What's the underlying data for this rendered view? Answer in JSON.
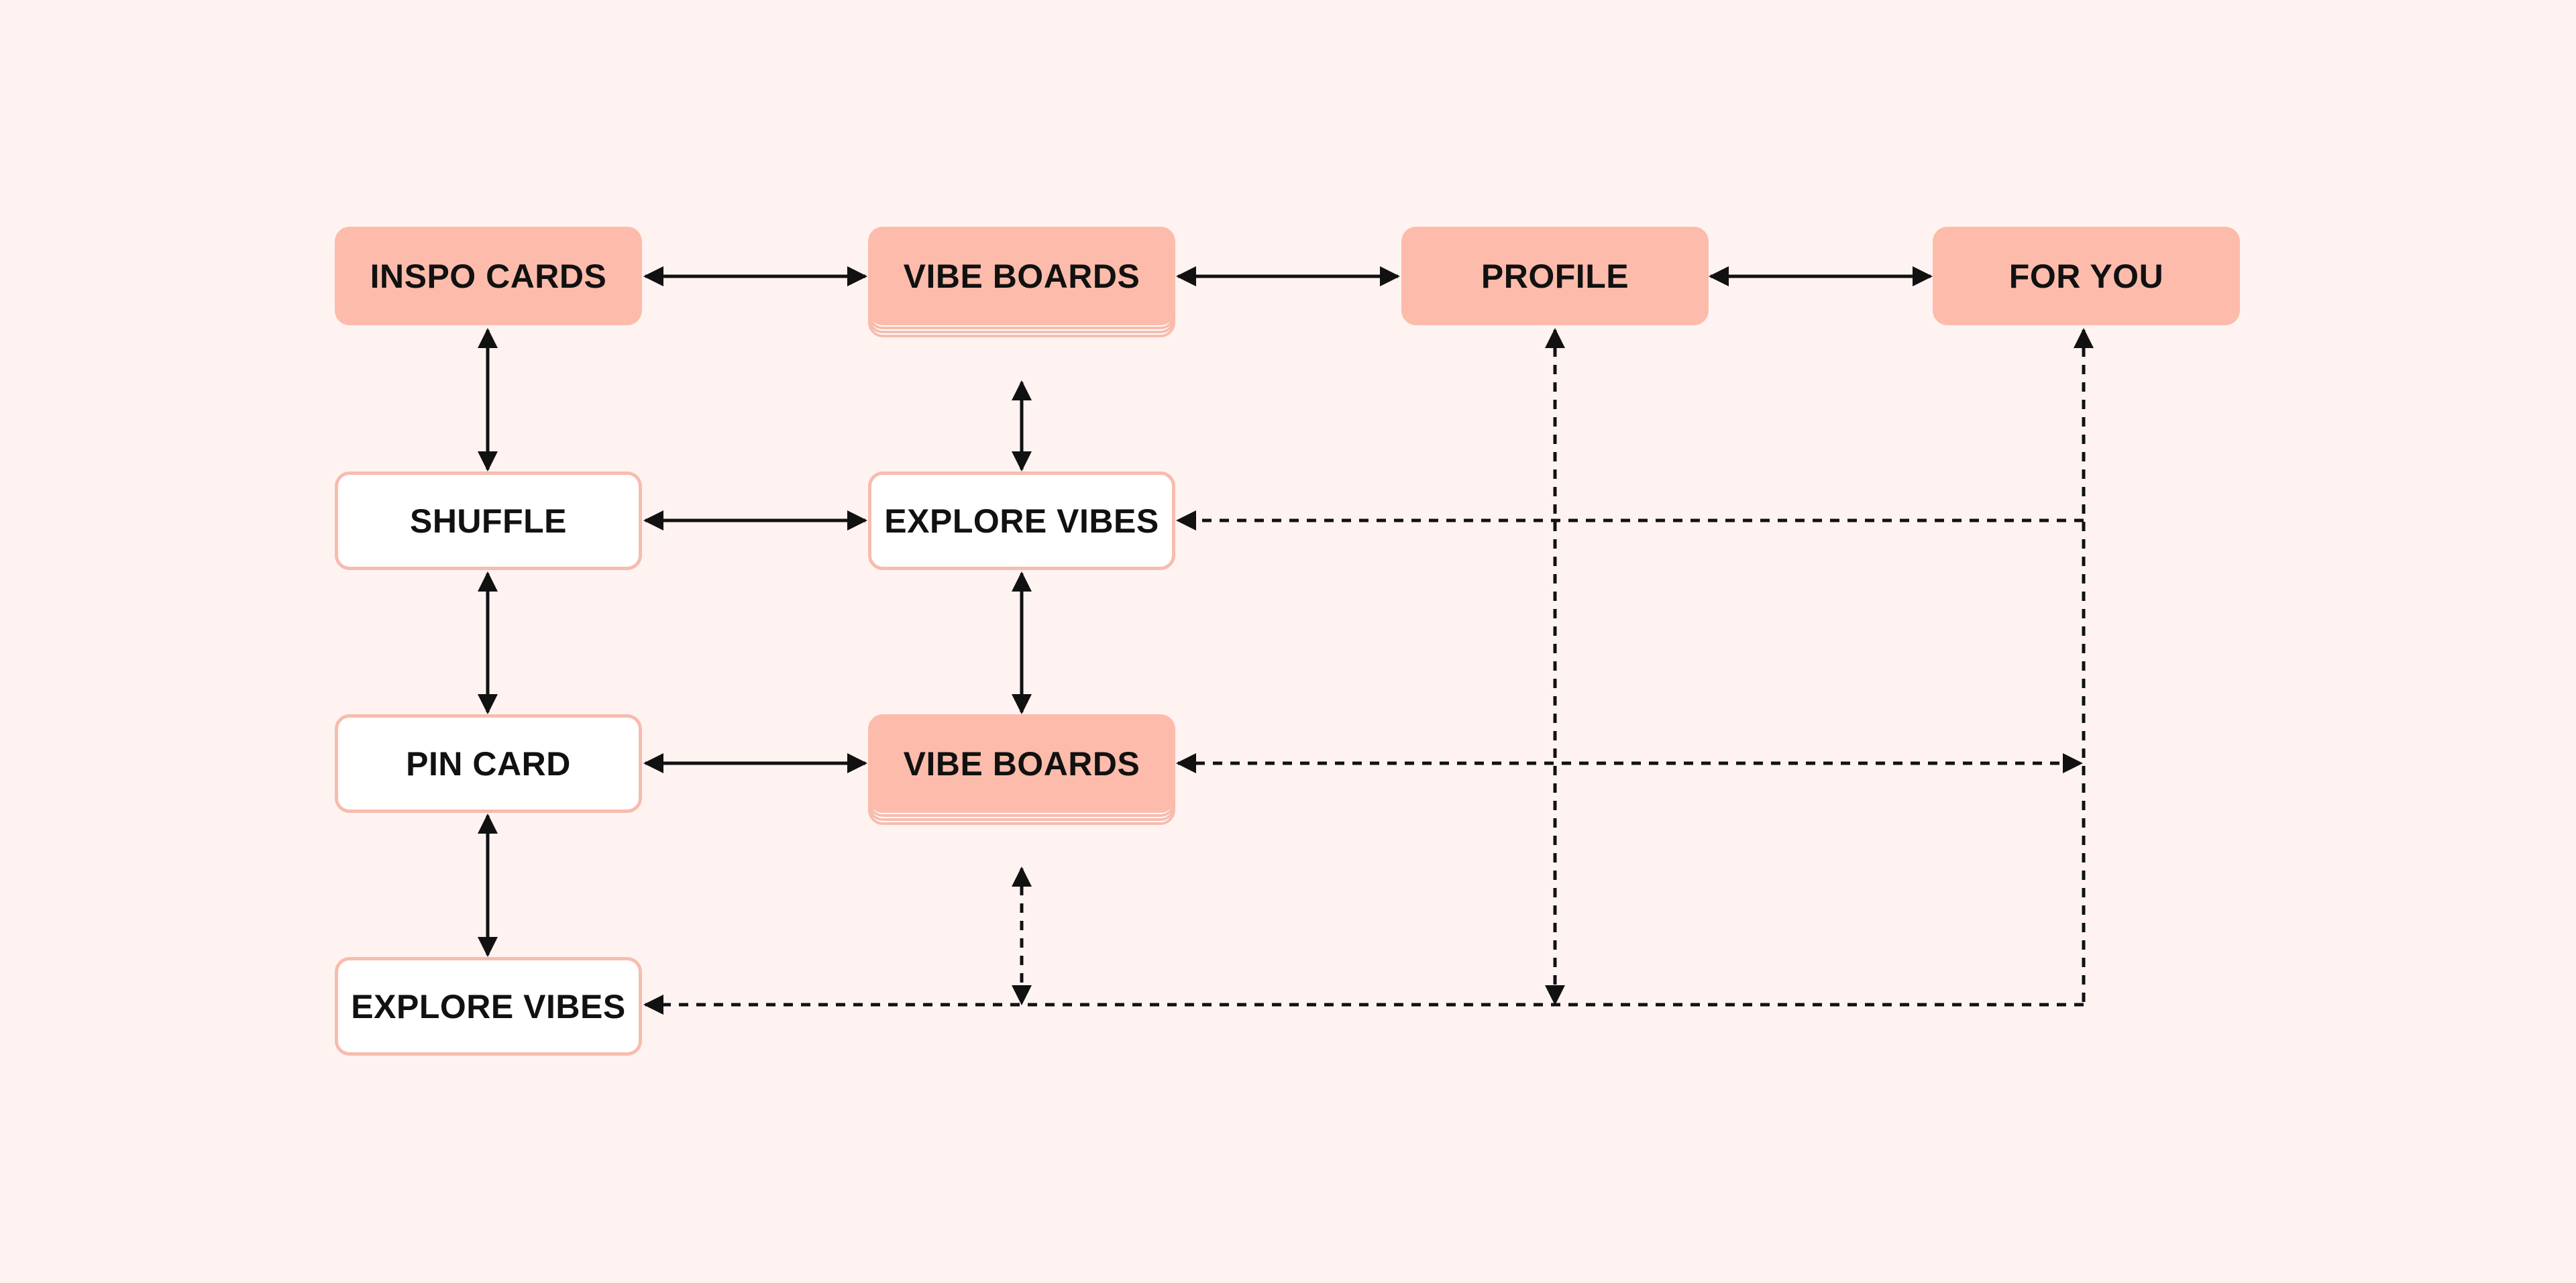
{
  "nodes": [
    {
      "id": "inspo-cards",
      "label": "INSPO CARDS",
      "style": "filled"
    },
    {
      "id": "vibe-boards-top",
      "label": "VIBE BOARDS",
      "style": "stack"
    },
    {
      "id": "profile",
      "label": "PROFILE",
      "style": "filled"
    },
    {
      "id": "for-you",
      "label": "FOR YOU",
      "style": "filled"
    },
    {
      "id": "shuffle",
      "label": "SHUFFLE",
      "style": "outline"
    },
    {
      "id": "explore-vibes-mid",
      "label": "EXPLORE VIBES",
      "style": "outline"
    },
    {
      "id": "pin-card",
      "label": "PIN CARD",
      "style": "outline"
    },
    {
      "id": "vibe-boards-bottom",
      "label": "VIBE BOARDS",
      "style": "stack"
    },
    {
      "id": "explore-vibes-bottom",
      "label": "EXPLORE VIBES",
      "style": "outline"
    }
  ],
  "edges": [
    {
      "from": "inspo-cards",
      "to": "vibe-boards-top",
      "style": "solid",
      "arrows": "both"
    },
    {
      "from": "vibe-boards-top",
      "to": "profile",
      "style": "solid",
      "arrows": "both"
    },
    {
      "from": "profile",
      "to": "for-you",
      "style": "solid",
      "arrows": "both"
    },
    {
      "from": "inspo-cards",
      "to": "shuffle",
      "style": "solid",
      "arrows": "both"
    },
    {
      "from": "vibe-boards-top",
      "to": "explore-vibes-mid",
      "style": "solid",
      "arrows": "both"
    },
    {
      "from": "shuffle",
      "to": "explore-vibes-mid",
      "style": "solid",
      "arrows": "both"
    },
    {
      "from": "shuffle",
      "to": "pin-card",
      "style": "solid",
      "arrows": "both"
    },
    {
      "from": "explore-vibes-mid",
      "to": "vibe-boards-bottom",
      "style": "solid",
      "arrows": "both"
    },
    {
      "from": "pin-card",
      "to": "vibe-boards-bottom",
      "style": "solid",
      "arrows": "both"
    },
    {
      "from": "pin-card",
      "to": "explore-vibes-bottom",
      "style": "solid",
      "arrows": "both"
    },
    {
      "from": "for-you",
      "to": "explore-vibes-mid",
      "style": "dashed",
      "arrows": "end"
    },
    {
      "from": "vibe-boards-bottom",
      "to": "for-you",
      "style": "dashed",
      "arrows": "both"
    },
    {
      "from": "vibe-boards-bottom",
      "to": "explore-vibes-bottom",
      "style": "dashed",
      "arrows": "both"
    },
    {
      "from": "profile",
      "to": "explore-vibes-bottom",
      "style": "dashed",
      "arrows": "both"
    },
    {
      "from": "for-you",
      "to": "explore-vibes-bottom",
      "style": "dashed",
      "arrows": "both"
    }
  ],
  "colors": {
    "background": "#fff3f1",
    "filled_node": "#fdbcab",
    "outline_border": "#f7bcae",
    "line": "#111111"
  }
}
